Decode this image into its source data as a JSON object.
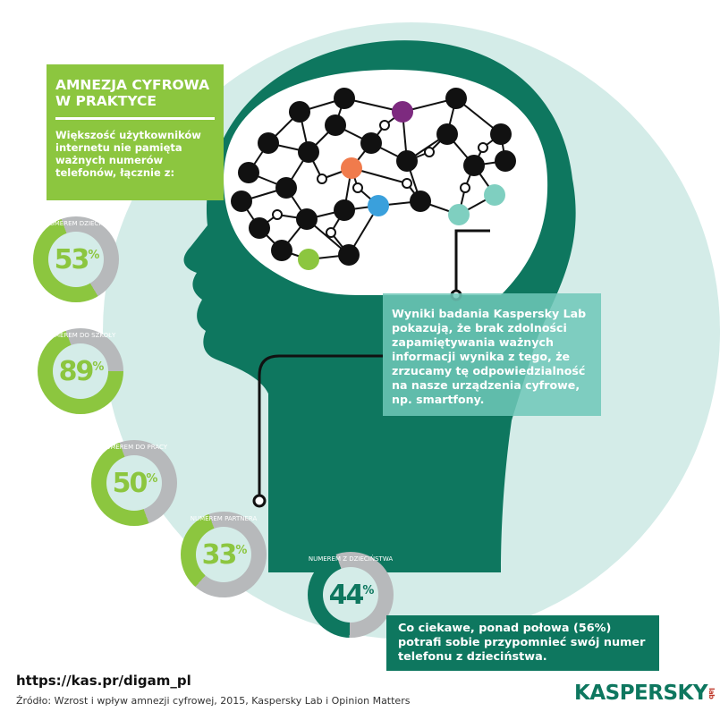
{
  "header": {
    "title": "AMNEZJA CYFROWA W PRAKTYCE",
    "intro": "Większość użytkowników internetu nie pamięta ważnych numerów telefonów, łącznie z:"
  },
  "stats": [
    {
      "label": "NUMEREM DZIECKA",
      "value": "53",
      "unit": "%",
      "percent": 53
    },
    {
      "label": "NUMEREM DO SZKOŁY",
      "value": "89",
      "unit": "%",
      "percent": 89
    },
    {
      "label": "NUMEREM DO PRACY",
      "value": "50",
      "unit": "%",
      "percent": 50
    },
    {
      "label": "NUMEREM PARTNERA",
      "value": "33",
      "unit": "%",
      "percent": 33
    },
    {
      "label": "NUMEREM Z DZIECIŃSTWA",
      "value": "44",
      "unit": "%",
      "percent": 44
    }
  ],
  "research_note": "Wyniki badania Kaspersky Lab pokazują, że brak zdolności zapamiętywania ważnych informacji wynika z tego, że zrzucamy tę odpowiedzialność na nasze urządzenia cyfrowe, np. smartfony.",
  "childhood_note": "Co ciekawe, ponad połowa (56%) potrafi sobie przypomnieć swój numer telefonu z dzieciństwa.",
  "footer": {
    "url": "https://kas.pr/digam_pl",
    "source": "Źródło: Wzrost i wpływ amnezji cyfrowej, 2015, Kaspersky Lab i Opinion Matters",
    "logo": "KASPERSKY",
    "logo_sub": "lab"
  },
  "colors": {
    "green": "#8cc63f",
    "dark_green": "#0e775f",
    "teal": "#6ec8b9",
    "light_bg": "#d4ece8",
    "grey": "#b7b9bb"
  }
}
